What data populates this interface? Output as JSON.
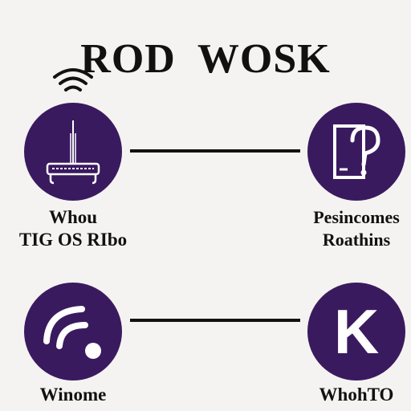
{
  "title": "ROD  WOSK",
  "nodes": {
    "router": {
      "label_line1": "Whou",
      "label_line2": "TIG OS RIbo",
      "icon": "router-icon"
    },
    "help": {
      "label_line1": "Pesincomes",
      "label_line2": "Roathins",
      "icon": "phone-question-icon"
    },
    "wifi": {
      "label_line1": "Winome",
      "icon": "wifi-icon"
    },
    "k": {
      "letter": "K",
      "label_line1": "WhohTO",
      "icon": "k-letter-icon"
    }
  },
  "colors": {
    "node_fill": "#3a1a5f",
    "background": "#f4f3f1",
    "line": "#111111"
  }
}
